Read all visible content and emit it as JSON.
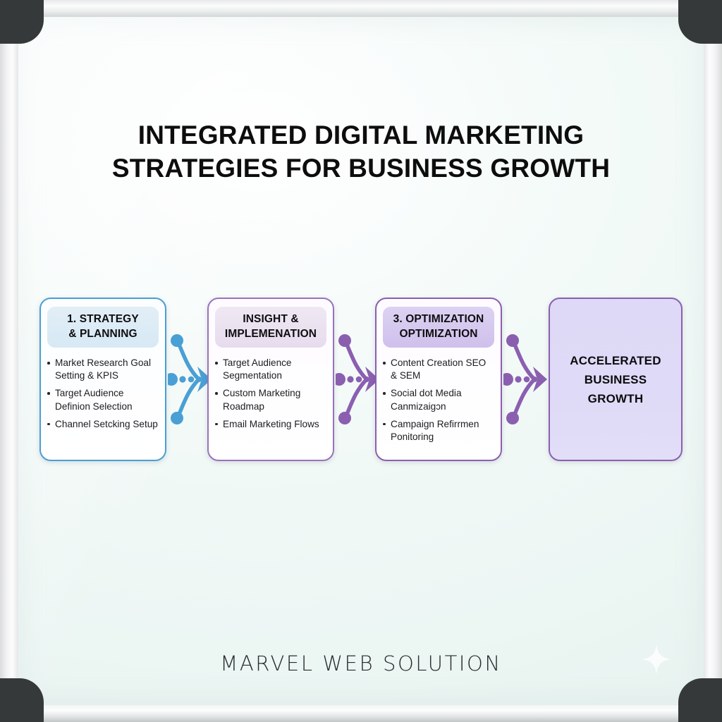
{
  "title": {
    "line1": "INTEGRATED  DIGITAL MARKETING",
    "line2": "STRATEGIES FOR BUSINESS GROWTH"
  },
  "footer": {
    "brand": "MARVEL WEB SOLUTION"
  },
  "colors": {
    "board_bg": "#eef6f3",
    "frame": "#e9ebec",
    "corner_bracket": "#36393a",
    "card1_border": "#4a9fd4",
    "card1_badge": "#d7e9f5",
    "card2_border": "#9a72bd",
    "card2_badge": "#e7dcee",
    "card3_border": "#8b5fb0",
    "card3_badge": "#cfc0ec",
    "card4_border": "#8b5fb0",
    "card4_fill": "#ded9f7",
    "connector1": "#4a9fd4",
    "connector2": "#8b5fb0",
    "connector3": "#8b5fb0",
    "title_text": "#0d0d0e"
  },
  "cards": [
    {
      "id": "strategy-planning",
      "badge_line1": "1. STRATEGY",
      "badge_line2": "& PLANNING",
      "bullets": [
        "Market Research Goal Setting & KPIS",
        "Target Audience Definion Selection",
        "Channel Setcking Setup"
      ]
    },
    {
      "id": "insight-implemenation",
      "badge_line1": "INSIGHT &",
      "badge_line2": "IMPLEMENATION",
      "bullets": [
        "Target Audience Segmentation",
        "Custom Marketing Roadmap",
        "Email Marketing Flows"
      ]
    },
    {
      "id": "optimization",
      "badge_line1": "3. OPTIMIZATION",
      "badge_line2": "OPTIMIZATION",
      "bullets": [
        "Content Creation SEO & SEM",
        "Social dot Media Canmizaigɔn",
        "Campaign Refirrmen Ponitoring"
      ]
    }
  ],
  "final_card": {
    "id": "accelerated-business-growth",
    "line1": "ACCELERATED",
    "line2": "BUSINESS",
    "line3": "GROWTH"
  },
  "connectors": [
    {
      "id": "connector-1",
      "color": "#4a9fd4",
      "dot_count": 3,
      "arrow": "right-arrow"
    },
    {
      "id": "connector-2",
      "color": "#8b5fb0",
      "dot_count": 3,
      "arrow": "right-arrow"
    },
    {
      "id": "connector-3",
      "color": "#8b5fb0",
      "dot_count": 3,
      "arrow": "right-arrow"
    }
  ]
}
